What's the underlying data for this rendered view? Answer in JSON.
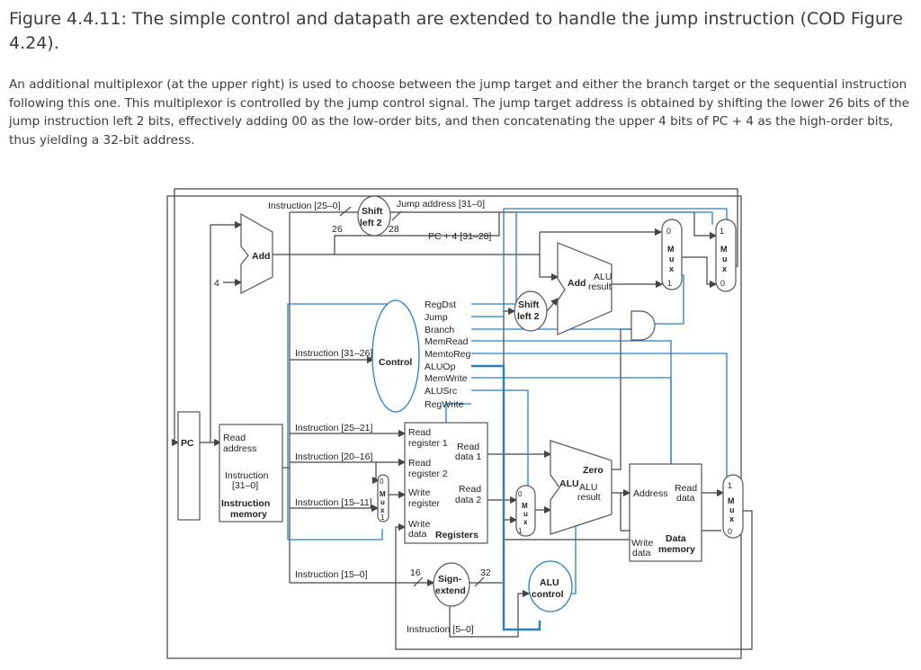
{
  "figure": {
    "caption": "Figure 4.4.11: The simple control and datapath are extended to handle the jump instruction (COD Figure 4.24).",
    "description": "An additional multiplexor (at the upper right) is used to choose between the jump target and either the branch target or the sequential instruction following this one. This multiplexor is controlled by the jump control signal. The jump target address is obtained by shifting the lower 26 bits of the jump instruction left 2 bits, effectively adding 00 as the low-order bits, and then concatenating the upper 4 bits of PC + 4 as the high-order bits, thus yielding a 32-bit address."
  },
  "diagram": {
    "pc": "PC",
    "four": "4",
    "add": "Add",
    "instr_25_0": "Instruction [25–0]",
    "shift_top": "Shift",
    "shift_bottom": "left 2",
    "jump_address": "Jump address [31–0]",
    "bits_26": "26",
    "bits_28": "28",
    "pc4_31_28": "PC + 4 [31–28]",
    "alu_add": "Add",
    "alu_result_top": "ALU",
    "alu_result_bottom": "result",
    "shift2_top": "Shift",
    "shift2_bottom": "left 2",
    "control": "Control",
    "control_signals": [
      "RegDst",
      "Jump",
      "Branch",
      "MemRead",
      "MemtoReg",
      "ALUOp",
      "MemWrite",
      "ALUSrc",
      "RegWrite"
    ],
    "instr_31_26": "Instruction [31–26]",
    "instr_25_21": "Instruction [25–21]",
    "instr_20_16": "Instruction [20–16]",
    "instr_15_11": "Instruction [15–11]",
    "instr_15_0": "Instruction [15–0]",
    "instr_5_0": "Instruction [5–0]",
    "im_read_address_1": "Read",
    "im_read_address_2": "address",
    "im_instruction_1": "Instruction",
    "im_instruction_2": "[31–0]",
    "im_title_1": "Instruction",
    "im_title_2": "memory",
    "reg_read1_a": "Read",
    "reg_read1_b": "register 1",
    "reg_read2_a": "Read",
    "reg_read2_b": "register 2",
    "reg_write_a": "Write",
    "reg_write_b": "register",
    "reg_writedata_a": "Write",
    "reg_writedata_b": "data",
    "reg_rdata1_a": "Read",
    "reg_rdata1_b": "data 1",
    "reg_rdata2_a": "Read",
    "reg_rdata2_b": "data 2",
    "registers": "Registers",
    "sign_top": "Sign-",
    "sign_bottom": "extend",
    "bits_16": "16",
    "bits_32": "32",
    "alu": "ALU",
    "alu_result_label_a": "ALU",
    "alu_result_label_b": "result",
    "zero": "Zero",
    "alu_control_a": "ALU",
    "alu_control_b": "control",
    "dm_address": "Address",
    "dm_read_a": "Read",
    "dm_read_b": "data",
    "dm_write_a": "Write",
    "dm_write_b": "data",
    "dm_title_a": "Data",
    "dm_title_b": "memory",
    "mux_letters": [
      "M",
      "u",
      "x"
    ],
    "mux_0": "0",
    "mux_1": "1"
  }
}
